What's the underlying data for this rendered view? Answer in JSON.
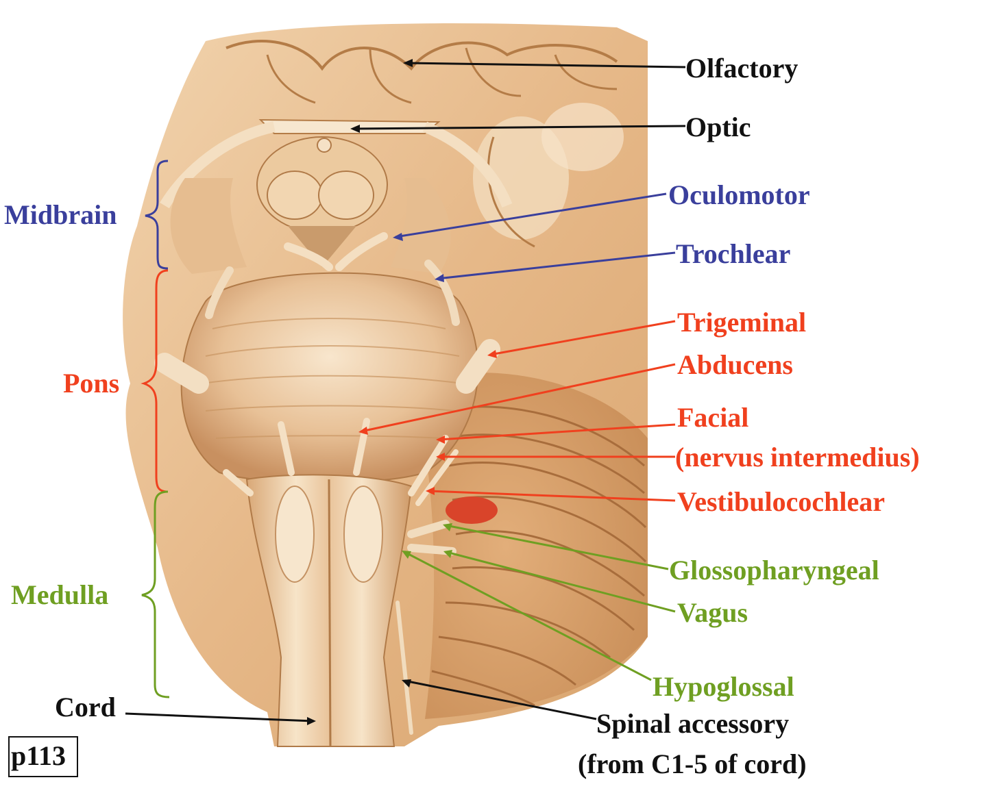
{
  "colors": {
    "black": "#111111",
    "blue": "#3a3f9c",
    "red": "#f0401e",
    "green": "#6f9f22",
    "tissue": "#e3b98a",
    "tissue_light": "#f3dcbd",
    "tissue_dark": "#b07a48"
  },
  "regions": {
    "midbrain": "Midbrain",
    "pons": "Pons",
    "medulla": "Medulla",
    "cord": "Cord"
  },
  "nerves": {
    "olfactory": "Olfactory",
    "optic": "Optic",
    "oculomotor": "Oculomotor",
    "trochlear": "Trochlear",
    "trigeminal": "Trigeminal",
    "abducens": "Abducens",
    "facial": "Facial",
    "facial_sub": "(nervus intermedius)",
    "vestibulocochlear": "Vestibulocochlear",
    "glossopharyngeal": "Glossopharyngeal",
    "vagus": "Vagus",
    "hypoglossal": "Hypoglossal",
    "spinal_accessory": "Spinal accessory",
    "spinal_accessory_sub": "(from C1-5 of cord)"
  },
  "page_ref": "p113"
}
